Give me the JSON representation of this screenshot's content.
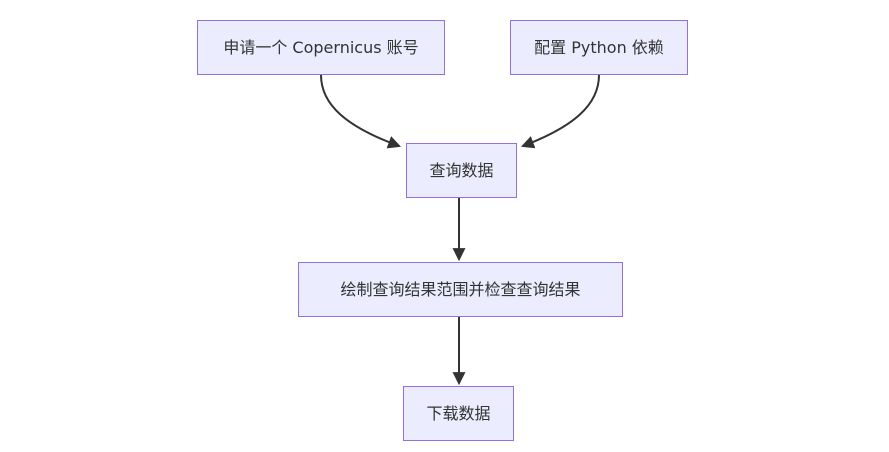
{
  "diagram": {
    "type": "flowchart",
    "direction": "top-down",
    "nodes": [
      {
        "id": "A",
        "label": "申请一个 Copernicus 账号"
      },
      {
        "id": "B",
        "label": "配置 Python 依赖"
      },
      {
        "id": "C",
        "label": "查询数据"
      },
      {
        "id": "D",
        "label": "绘制查询结果范围并检查查询结果"
      },
      {
        "id": "E",
        "label": "下载数据"
      }
    ],
    "edges": [
      {
        "from": "申请一个 Copernicus 账号",
        "to": "查询数据",
        "style": "curved"
      },
      {
        "from": "配置 Python 依赖",
        "to": "查询数据",
        "style": "curved"
      },
      {
        "from": "查询数据",
        "to": "绘制查询结果范围并检查查询结果",
        "style": "straight"
      },
      {
        "from": "绘制查询结果范围并检查查询结果",
        "to": "下载数据",
        "style": "straight"
      }
    ],
    "colors": {
      "background": "#FFFFFF",
      "node_fill": "#ECECFF",
      "node_border": "#9370DB",
      "text": "#333333",
      "arrow": "#333333"
    }
  }
}
